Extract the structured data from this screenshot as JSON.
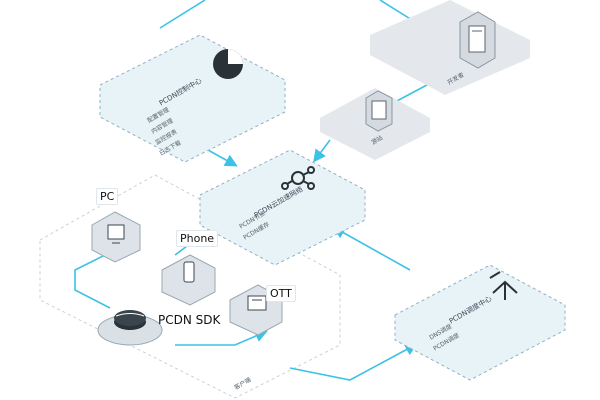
{
  "pcdn_console": {
    "title": "PCDN控制中心",
    "items": [
      "配置管理",
      "内容管理",
      "监控报表",
      "日志下载"
    ]
  },
  "developer": {
    "label": "开发者"
  },
  "website": {
    "label": "源站"
  },
  "pcdn_network": {
    "title": "PCDN云加速网络",
    "items": [
      "PCDN节点",
      "PCDN缓存"
    ]
  },
  "scheduling": {
    "title": "PCDN调度中心",
    "items": [
      "DNS调度",
      "PCDN调度"
    ]
  },
  "client": {
    "region_label": "客户端",
    "pc_label": "PC",
    "phone_label": "Phone",
    "ott_label": "OTT",
    "sdk_label": "PCDN SDK"
  },
  "colors": {
    "connector": "#3cc2e6",
    "tile_fill": "#e8f3f7",
    "tile_border": "#8fb0c0",
    "gray_tile": "#e4e8ec",
    "device": "#dde3e8"
  }
}
